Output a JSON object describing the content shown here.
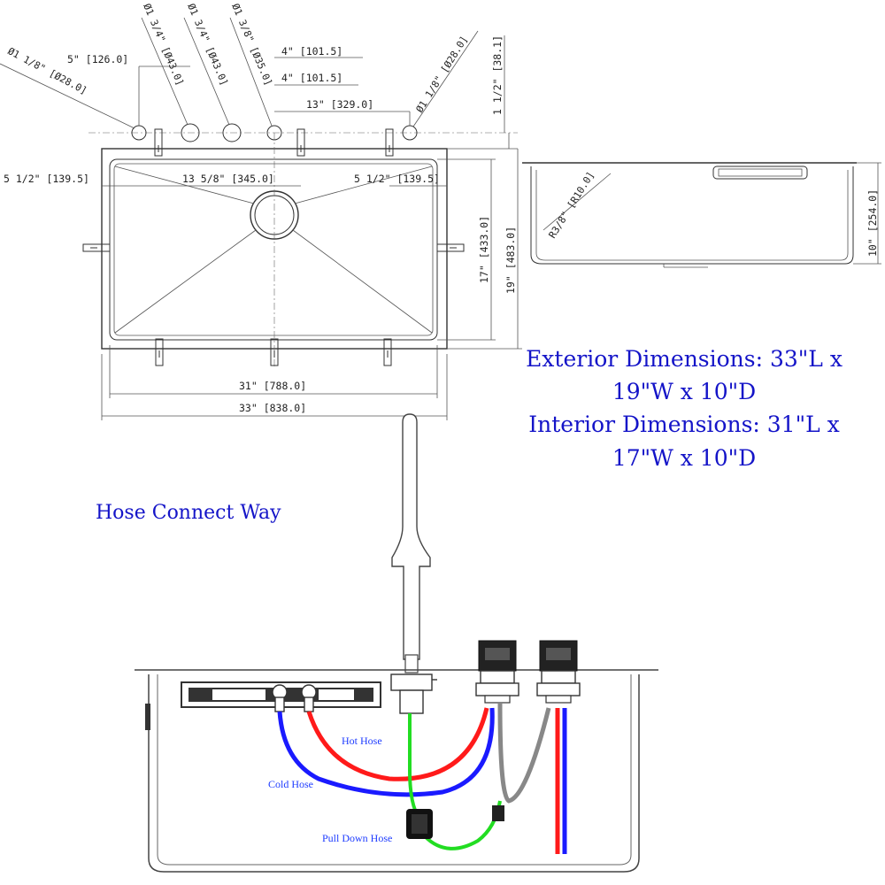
{
  "top_view": {
    "hole_labels": {
      "left_hole": "Ø1 1/8\" [Ø28.0]",
      "hole_a": "Ø1 3/4\" [Ø43.0]",
      "hole_b": "Ø1 3/4\" [Ø43.0]",
      "hole_c": "Ø1 3/8\" [Ø35.0]",
      "right_hole": "Ø1 1/8\" [Ø28.0]"
    },
    "dims": {
      "d5in": "5\" [126.0]",
      "d4in_a": "4\" [101.5]",
      "d4in_b": "4\" [101.5]",
      "d13in": "13\" [329.0]",
      "d1_5in": "1 1/2\" [38.1]",
      "d5_5in_left": "5 1/2\" [139.5]",
      "d13_5_8in": "13 5/8\" [345.0]",
      "d5_5in_right": "5 1/2\" [139.5]",
      "d17in": "17\" [433.0]",
      "d19in": "19\" [483.0]",
      "d31in": "31\" [788.0]",
      "d33in": "33\" [838.0]"
    }
  },
  "side_view": {
    "radius": "R3/8\" [R10.0]",
    "depth": "10\" [254.0]"
  },
  "dimension_text": {
    "exterior_line1": "Exterior Dimensions: 33\"L x",
    "exterior_line2": "19\"W x 10\"D",
    "interior_line1": "Interior Dimensions: 31\"L x",
    "interior_line2": "17\"W x 10\"D"
  },
  "hose_diagram": {
    "title": "Hose Connect Way",
    "hot_hose": "Hot Hose",
    "cold_hose": "Cold Hose",
    "pull_down_hose": "Pull Down Hose"
  },
  "colors": {
    "label_blue": "#1414c8",
    "hot": "#ff1a1a",
    "cold": "#1a1aff",
    "pull_down": "#22dd22",
    "supply_gray": "#888888"
  }
}
